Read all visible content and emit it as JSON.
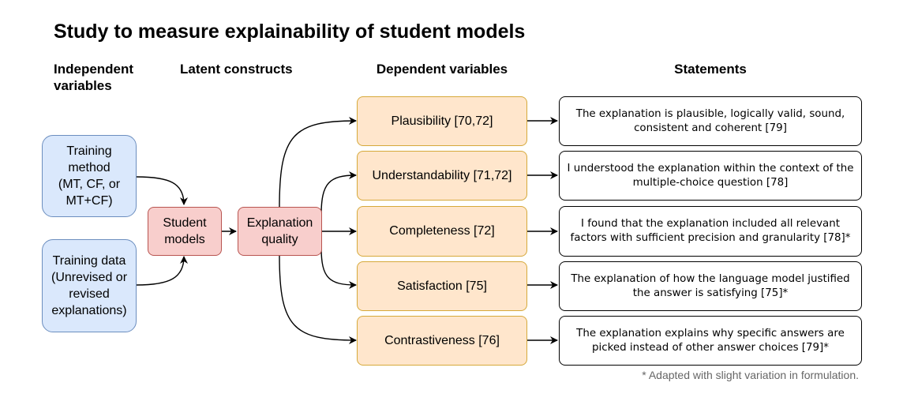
{
  "title": "Study to measure explainability of student models",
  "headers": {
    "independent": "Independent\nvariables",
    "latent": "Latent constructs",
    "dependent": "Dependent variables",
    "statements": "Statements"
  },
  "independent": [
    {
      "label": "Training\nmethod\n(MT, CF, or\nMT+CF)"
    },
    {
      "label": "Training data\n(Unrevised or\nrevised\nexplanations)"
    }
  ],
  "latent": [
    {
      "label": "Student\nmodels"
    },
    {
      "label": "Explanation\nquality"
    }
  ],
  "dependent": [
    {
      "label": "Plausibility [70,72]"
    },
    {
      "label": "Understandability [71,72]"
    },
    {
      "label": "Completeness [72]"
    },
    {
      "label": "Satisfaction [75]"
    },
    {
      "label": "Contrastiveness [76]"
    }
  ],
  "statements": [
    {
      "text": "The explanation is plausible, logically valid, sound, consistent and coherent [79]"
    },
    {
      "text": "I understood the explanation within the context of the multiple-choice question [78]"
    },
    {
      "text": "I found that the explanation included all relevant factors with sufficient precision and granularity [78]*"
    },
    {
      "text": "The explanation of how the language model justified the answer is satisfying [75]*"
    },
    {
      "text": "The explanation explains why specific answers are picked instead of other answer choices [79]*"
    }
  ],
  "footnote": "* Adapted with slight variation in formulation.",
  "colors": {
    "independent_fill": "#dae8fc",
    "independent_border": "#6c8ebf",
    "latent_fill": "#f8cecc",
    "latent_border": "#b85450",
    "dependent_fill": "#ffe6cc",
    "dependent_border": "#d6a93a",
    "statement_border": "#000000"
  }
}
